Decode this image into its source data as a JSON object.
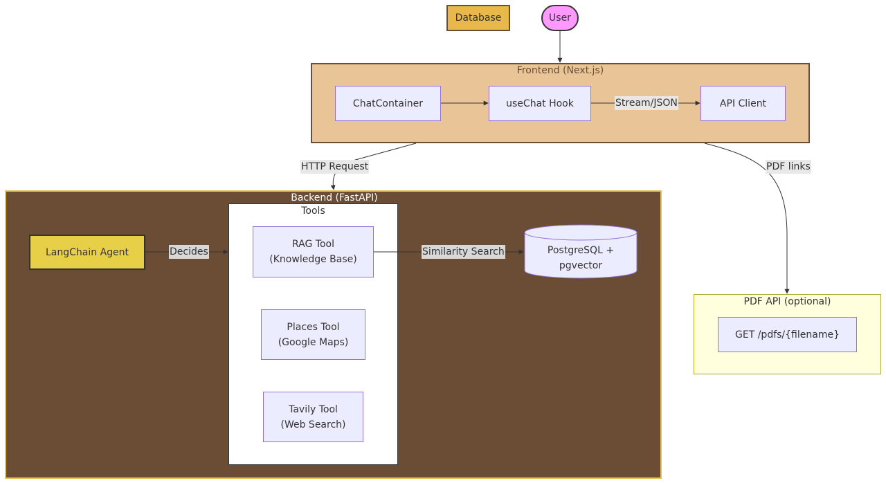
{
  "legend": {
    "database_label": "Database",
    "user_label": "User"
  },
  "colors": {
    "database_legend": "#e8b84a",
    "user_node": "#ff99ff",
    "frontend_cluster": "#e8c496",
    "backend_cluster": "#6b4c35",
    "backend_border": "#e8c35a",
    "tools_cluster": "#ffffff",
    "pdf_cluster": "#ffffde",
    "default_node": "#ececff",
    "default_node_border": "#9370db",
    "agent_node": "#e8cf48",
    "edge_label_bg": "#e8e8e8"
  },
  "clusters": {
    "frontend": {
      "title": "Frontend (Next.js)",
      "nodes": {
        "chat_container": "ChatContainer",
        "use_chat_hook": "useChat Hook",
        "api_client": "API Client"
      }
    },
    "backend": {
      "title": "Backend (FastAPI)",
      "agent": "LangChain Agent",
      "database": "PostgreSQL + pgvector",
      "tools": {
        "title": "Tools",
        "rag_tool": {
          "line1": "RAG Tool",
          "line2": "(Knowledge Base)"
        },
        "places_tool": {
          "line1": "Places Tool",
          "line2": "(Google Maps)"
        },
        "tavily_tool": {
          "line1": "Tavily Tool",
          "line2": "(Web Search)"
        }
      }
    },
    "pdf_api": {
      "title": "PDF API (optional)",
      "endpoint": "GET /pdfs/{filename}"
    }
  },
  "edges": {
    "stream_json": "Stream/JSON",
    "http_request": "HTTP Request",
    "pdf_links": "PDF links",
    "decides": "Decides",
    "similarity_search": "Similarity Search"
  }
}
